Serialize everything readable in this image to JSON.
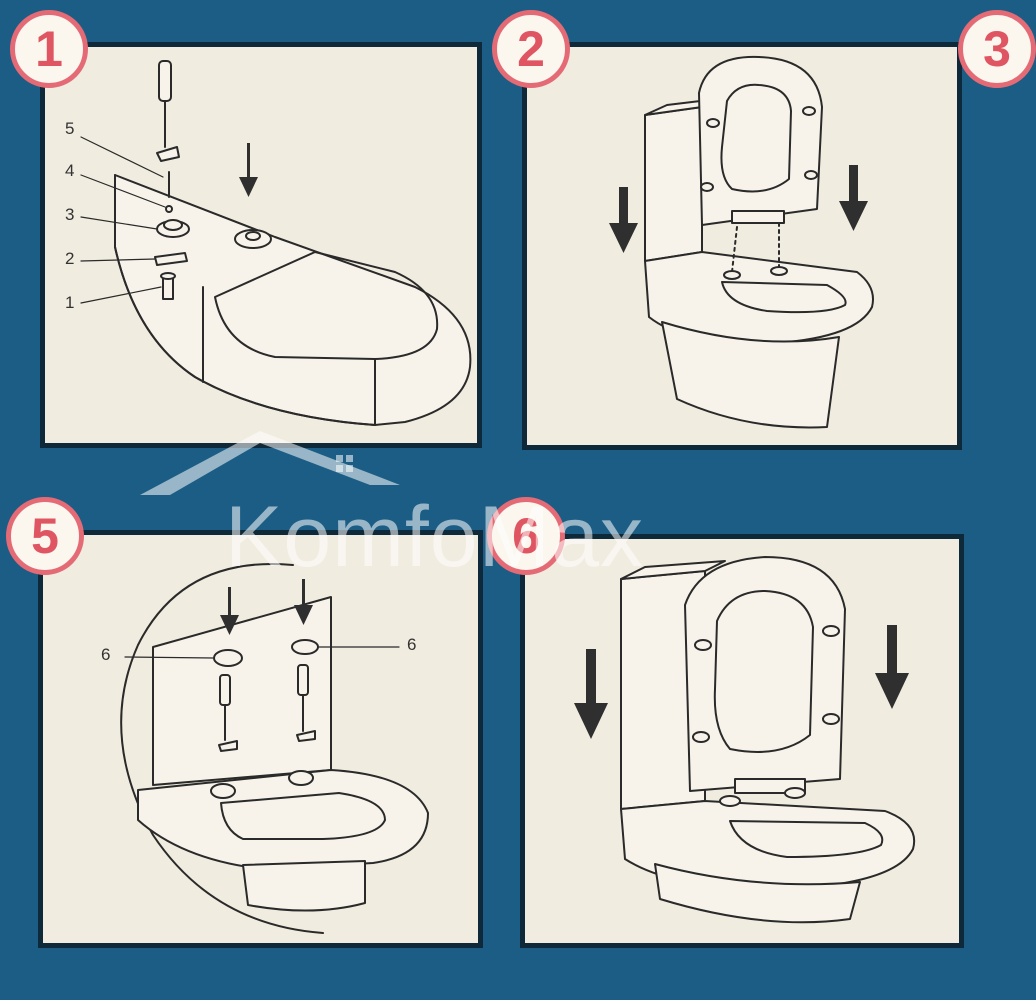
{
  "steps": [
    {
      "number": "1"
    },
    {
      "number": "2"
    },
    {
      "number": "3"
    },
    {
      "number": "5"
    },
    {
      "number": "6"
    }
  ],
  "part_labels": {
    "step1": [
      "5",
      "4",
      "3",
      "2",
      "1"
    ],
    "step5_left": "6",
    "step5_right": "6"
  },
  "watermark": {
    "text": "KomfoMax"
  },
  "colors": {
    "background": "#1b5d84",
    "panel": "#f1ece0",
    "badge_ring": "#e46b76",
    "badge_text": "#df5562"
  }
}
